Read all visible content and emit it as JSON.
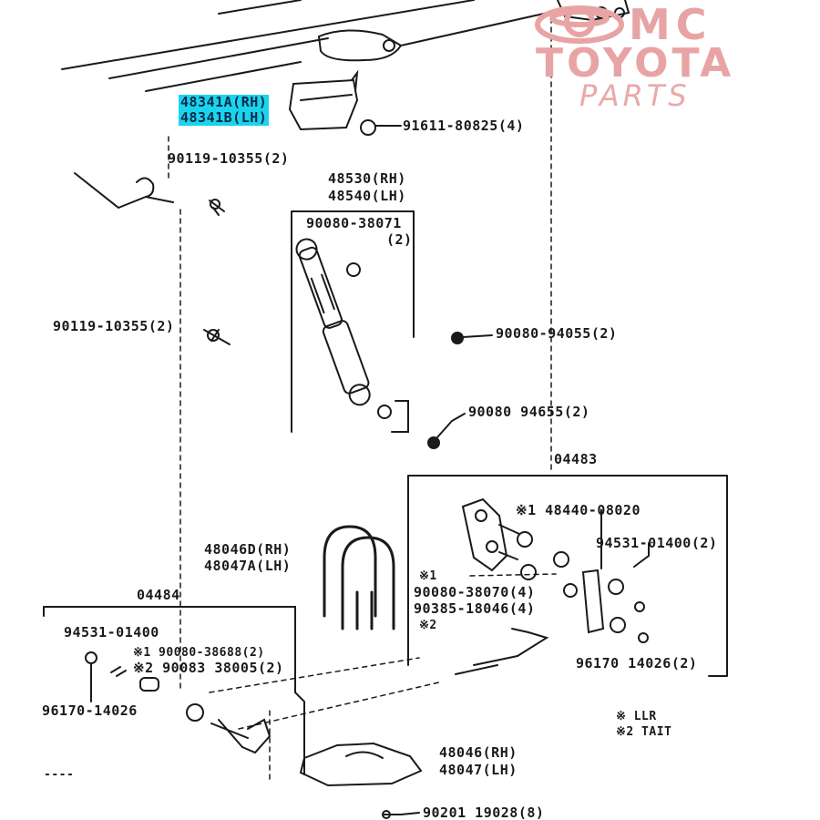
{
  "watermark": {
    "line1": "MC",
    "line2": "TOYOTA",
    "line3": "PARTS",
    "color": "#e8a4a4"
  },
  "highlight_color": "#19d4ec",
  "callouts": {
    "p48341a": "48341A(RH)",
    "p48341b": "48341B(LH)",
    "p91611": "91611-80825(4)",
    "p90119_top": "90119-10355(2)",
    "p48530": "48530(RH)",
    "p48540": "48540(LH)",
    "p90080_38071": "90080-38071",
    "p90080_38071_qty": "(2)",
    "p90119_mid": "90119-10355(2)",
    "p90080_94055": "90080-94055(2)",
    "p90080_94655": "90080 94655(2)",
    "p04483": "04483",
    "p48440": "※1 48440-08020",
    "p94531_r": "94531-01400(2)",
    "p48046d": "48046D(RH)",
    "p48047a": "48047A(LH)",
    "p04484": "04484",
    "x1_a": "※1",
    "p90080_38070": "90080-38070(4)",
    "p90385": "90385-18046(4)",
    "x2_a": "※2",
    "p94531_l": "94531-01400",
    "p90080_38688": "※1 90080-38688(2)",
    "p90083": "※2 90083 38005(2)",
    "p96170_l": "96170-14026",
    "p96170_r": "96170 14026(2)",
    "legend_x1": "※ LLR",
    "legend_x2": "※2 TAIT",
    "p48046": "48046(RH)",
    "p48047": "48047(LH)",
    "p90201": "90201 19028(8)",
    "dots": "----"
  }
}
